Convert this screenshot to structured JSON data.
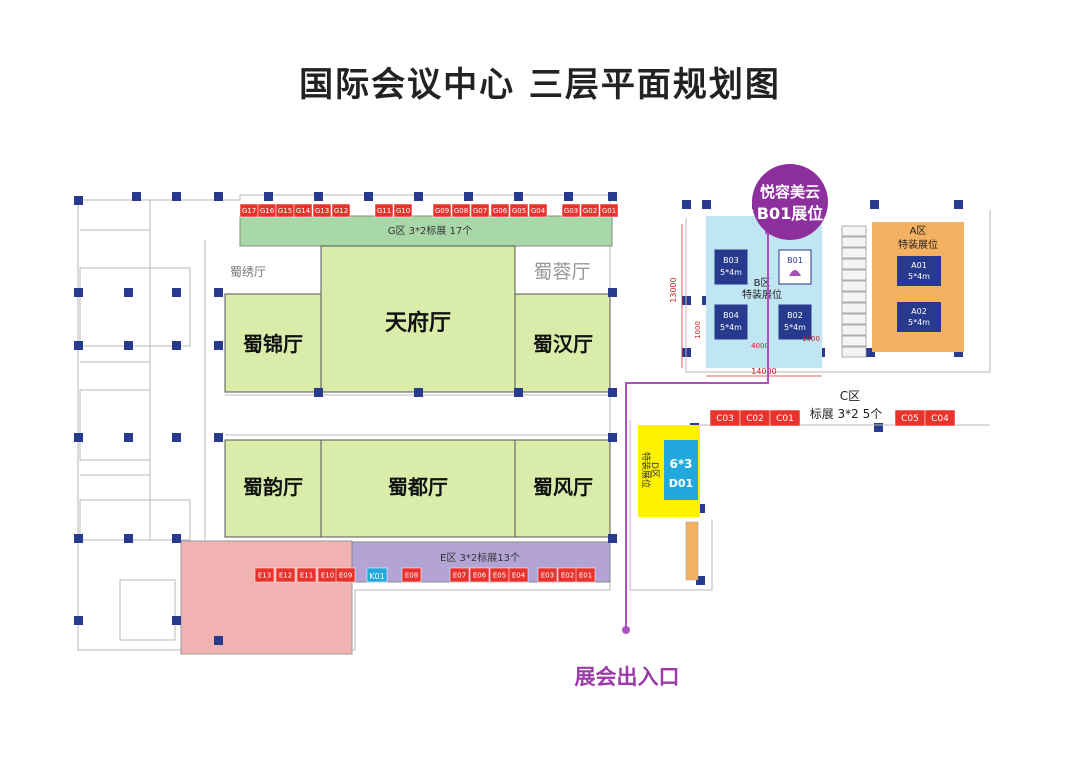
{
  "title": "国际会议中心  三层平面规划图",
  "halls": {
    "tianfu": "天府厅",
    "shujin": "蜀锦厅",
    "shuhan": "蜀汉厅",
    "shuyun": "蜀韵厅",
    "shudu": "蜀都厅",
    "shufeng": "蜀风厅",
    "shuxiu": "蜀绣厅",
    "shurong": "蜀蓉厅"
  },
  "zone_g": {
    "label": "G区 3*2标展  17个",
    "booths": [
      "G17",
      "G16",
      "G15",
      "G14",
      "G13",
      "G12",
      "G11",
      "G10",
      "G09",
      "G08",
      "G07",
      "G06",
      "G05",
      "G04",
      "G03",
      "G02",
      "G01"
    ]
  },
  "zone_e": {
    "label": "E区 3*2标展13个",
    "booths": [
      "E13",
      "E12",
      "E11",
      "E10",
      "E09",
      "E08",
      "E07",
      "E06",
      "E05",
      "E04",
      "E03",
      "E02",
      "E01"
    ],
    "k_booth": "K01"
  },
  "zone_b": {
    "label": "B区",
    "sublabel": "特装展位",
    "booths": [
      {
        "id": "B03",
        "size": "5*4m"
      },
      {
        "id": "B01",
        "size": ""
      },
      {
        "id": "B04",
        "size": "5*4m"
      },
      {
        "id": "B02",
        "size": "5*4m"
      }
    ],
    "dims": {
      "height": "13000",
      "width": "14000",
      "w2": "4000",
      "h2": "1000",
      "w3": "1000"
    }
  },
  "zone_a": {
    "label": "A区",
    "sublabel": "特装展位",
    "booths": [
      {
        "id": "A01",
        "size": "5*4m"
      },
      {
        "id": "A02",
        "size": "5*4m"
      }
    ]
  },
  "zone_c": {
    "label": "C区",
    "sublabel": "标展 3*2  5个",
    "booths": [
      "C03",
      "C02",
      "C01",
      "C05",
      "C04"
    ]
  },
  "zone_d": {
    "label": "D区",
    "sublabel": "特装展位",
    "booth_id": "D01",
    "booth_size": "6*3"
  },
  "callout": {
    "line1": "悦容美云",
    "line2": "B01展位"
  },
  "entrance": "展会出入口",
  "colors": {
    "hall": "#d9ecaa",
    "zone_g": "#a8d7a8",
    "zone_e": "#b4a4d6",
    "pink": "#f2b2b2",
    "booth_red": "#e8322b",
    "zone_b_bg": "#bfe6f2",
    "booth_blue": "#283a8e",
    "zone_a": "#f5b162",
    "zone_d": "#fff200",
    "zone_d_inner": "#23a8de",
    "purple": "#a94fb5",
    "column": "#283a8e"
  }
}
